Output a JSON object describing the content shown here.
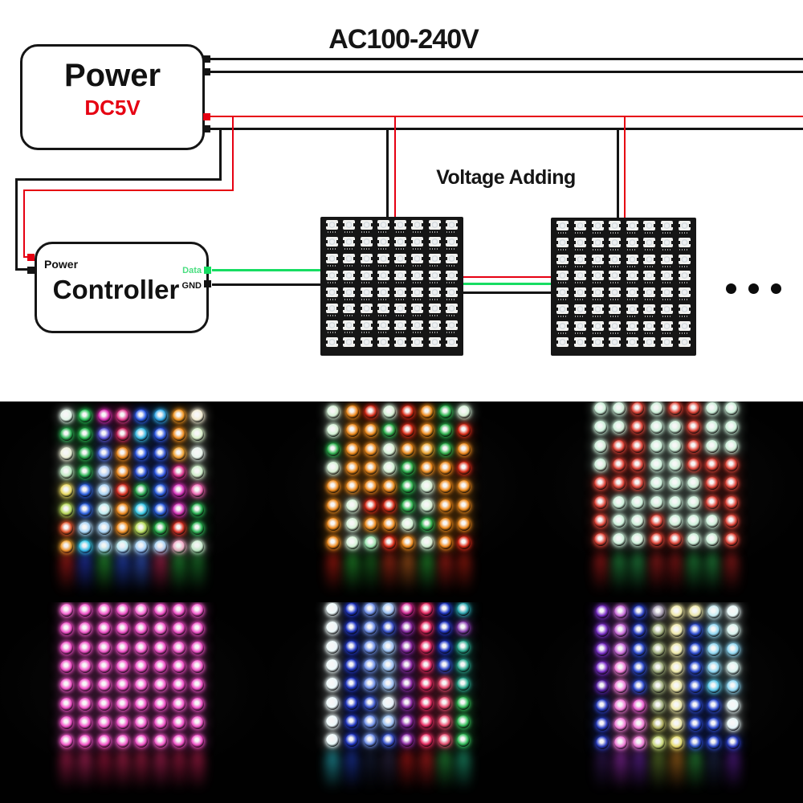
{
  "diagram": {
    "ac_label": "AC100-240V",
    "voltage_label": "Voltage Adding",
    "power_box": {
      "title": "Power",
      "subtitle": "DC5V"
    },
    "controller_box": {
      "title": "Controller",
      "power_label": "Power",
      "data_label": "Data",
      "gnd_label": "GND"
    },
    "colors": {
      "wire_black": "#141414",
      "wire_red": "#e60012",
      "wire_green": "#17dd62",
      "label_green": "#4ade80",
      "dc5v_red": "#e60012"
    },
    "led_panels": {
      "count": 2,
      "grid": "8x8",
      "ellipsis_dots": 3
    }
  },
  "photos": {
    "tiles": [
      {
        "name": "rainbow-mix",
        "grid": [
          [
            "#e6f6ec",
            "#25c055",
            "#d92bb0",
            "#e03a8c",
            "#2c58e6",
            "#2fa8e8",
            "#f0931e",
            "#f2ecd2"
          ],
          [
            "#2db055",
            "#27b84e",
            "#5a54d8",
            "#cc2860",
            "#35b8e0",
            "#2c58e6",
            "#ee8a1c",
            "#d8efc8"
          ],
          [
            "#eef0d8",
            "#2db050",
            "#4a6ae0",
            "#ef8a1e",
            "#2c58e6",
            "#2b50d8",
            "#eea02c",
            "#e8f4ec"
          ],
          [
            "#bfe8c4",
            "#27b04c",
            "#a8c8f4",
            "#ef8a1e",
            "#2b50d8",
            "#2c58e6",
            "#d8308a",
            "#cdeec8"
          ],
          [
            "#ead95e",
            "#2b5fe0",
            "#a8d4f6",
            "#dd2f23",
            "#2aa84e",
            "#2b5fe0",
            "#d633bb",
            "#ee62b0"
          ],
          [
            "#b5d957",
            "#2b5fe0",
            "#bfeef2",
            "#ef8a1e",
            "#35c8e8",
            "#2b5fe0",
            "#d633bb",
            "#28b050"
          ],
          [
            "#e0512a",
            "#a8d4f6",
            "#a8d4f6",
            "#ef8a1e",
            "#b5d957",
            "#25b24a",
            "#dd2f23",
            "#28b050"
          ],
          [
            "#eea02c",
            "#35c8e8",
            "#a8d4f6",
            "#bfeef2",
            "#a8d4f6",
            "#a8d4f6",
            "#f3a8c8",
            "#cdeed2"
          ]
        ],
        "reflections": [
          "#c81e1e",
          "#2a3fd4",
          "#2bb23a",
          "#2a50e0",
          "#3a62e8",
          "#c8285a",
          "#26a93c",
          "#1f8f33"
        ]
      },
      {
        "name": "green-orange-red",
        "grid": [
          [
            "#d6f2d8",
            "#ee8a1c",
            "#d92b18",
            "#d6f2d8",
            "#d92b18",
            "#ee8a1c",
            "#2bb24d",
            "#d6f2d8"
          ],
          [
            "#d6f2d8",
            "#ee8a1c",
            "#ee8a1c",
            "#2bb24d",
            "#d92b18",
            "#ee8a1c",
            "#2bb24d",
            "#d92b18"
          ],
          [
            "#2bb24d",
            "#ee8a1c",
            "#ee8a1c",
            "#d6f2d8",
            "#ee8a1c",
            "#e8a22e",
            "#2bb24d",
            "#ee8a1c"
          ],
          [
            "#d6f2d8",
            "#ee8a1c",
            "#ee8a1c",
            "#d6f2d8",
            "#2bb24d",
            "#ee8a1c",
            "#ee8a1c",
            "#d92b18"
          ],
          [
            "#ee8a1c",
            "#ee8a1c",
            "#ee8a1c",
            "#ee8a1c",
            "#2bb24d",
            "#d6f2d8",
            "#ee8a1c",
            "#ee8a1c"
          ],
          [
            "#ee8a1c",
            "#d6f2d8",
            "#d92b18",
            "#d92b18",
            "#2bb24d",
            "#d6f2d8",
            "#ee8a1c",
            "#ee8a1c"
          ],
          [
            "#ee8a1c",
            "#d6f2d8",
            "#ee8a1c",
            "#ee8a1c",
            "#d6f2d8",
            "#2bb24d",
            "#ee8a1c",
            "#ee8a1c"
          ],
          [
            "#ee8a1c",
            "#d6f2d8",
            "#9fe8b4",
            "#d92b18",
            "#ee8a1c",
            "#d6f2d8",
            "#ee8a1c",
            "#d92b18"
          ]
        ],
        "reflections": [
          "#c41e12",
          "#28a832",
          "#1e7a24",
          "#c43218",
          "#c8641e",
          "#2aa834",
          "#c42218",
          "#b81e10"
        ]
      },
      {
        "name": "mint-red",
        "grid": [
          [
            "#cdf0da",
            "#cdf0da",
            "#df4337",
            "#cdf0da",
            "#df4337",
            "#df4337",
            "#cdf0da",
            "#cdf0da"
          ],
          [
            "#cdf0da",
            "#cdf0da",
            "#df4337",
            "#cdf0da",
            "#cdf0da",
            "#df4337",
            "#cdf0da",
            "#cdf0da"
          ],
          [
            "#cdf0da",
            "#df4337",
            "#df4337",
            "#cdf0da",
            "#cdf0da",
            "#df4337",
            "#cdf0da",
            "#cdf0da"
          ],
          [
            "#cdf0da",
            "#df4337",
            "#df4337",
            "#cdf0da",
            "#cdf0da",
            "#df4337",
            "#df4337",
            "#df4337"
          ],
          [
            "#df4337",
            "#df4337",
            "#df4337",
            "#cdf0da",
            "#cdf0da",
            "#cdf0da",
            "#df4337",
            "#df4337"
          ],
          [
            "#df4337",
            "#cdf0da",
            "#cdf0da",
            "#cdf0da",
            "#cdf0da",
            "#cdf0da",
            "#df4337",
            "#df4337"
          ],
          [
            "#df4337",
            "#cdf0da",
            "#cdf0da",
            "#df4337",
            "#cdf0da",
            "#cdf0da",
            "#cdf0da",
            "#df4337"
          ],
          [
            "#df4337",
            "#cdf0da",
            "#cdf0da",
            "#df4337",
            "#df4337",
            "#cdf0da",
            "#cdf0da",
            "#df4337"
          ]
        ],
        "reflections": [
          "#b41c1c",
          "#28a048",
          "#2aa44e",
          "#b42020",
          "#a81c1c",
          "#269e44",
          "#2aa44a",
          "#b02020"
        ]
      },
      {
        "name": "all-pink",
        "grid": [
          [
            "#f765d2",
            "#ee4ec6",
            "#f158ca",
            "#ee4ec6",
            "#f765d2",
            "#ee4ec6",
            "#ee4ec6",
            "#f158ca"
          ],
          [
            "#ee4ec6",
            "#f158ca",
            "#ee4ec6",
            "#ee4ec6",
            "#ee4ec6",
            "#f158ca",
            "#ee4ec6",
            "#ee4ec6"
          ],
          [
            "#ee4ec6",
            "#ee4ec6",
            "#f158ca",
            "#ee4ec6",
            "#f158ca",
            "#ee4ec6",
            "#f158ca",
            "#ee4ec6"
          ],
          [
            "#ee4ec6",
            "#f158ca",
            "#ee4ec6",
            "#ee4ec6",
            "#ee4ec6",
            "#ee4ec6",
            "#ee4ec6",
            "#f158ca"
          ],
          [
            "#f158ca",
            "#ee4ec6",
            "#f158ca",
            "#ee4ec6",
            "#f158ca",
            "#f158ca",
            "#ee4ec6",
            "#ee4ec6"
          ],
          [
            "#ee4ec6",
            "#f158ca",
            "#ee4ec6",
            "#f158ca",
            "#ee4ec6",
            "#ee4ec6",
            "#f158ca",
            "#ee4ec6"
          ],
          [
            "#ee4ec6",
            "#ee4ec6",
            "#f158ca",
            "#ee4ec6",
            "#f158ca",
            "#ee4ec6",
            "#ee4ec6",
            "#f158ca"
          ],
          [
            "#f158ca",
            "#ee4ec6",
            "#ee4ec6",
            "#f158ca",
            "#ee4ec6",
            "#f158ca",
            "#ee4ec6",
            "#ee4ec6"
          ]
        ],
        "reflections": [
          "#c02058",
          "#d02868",
          "#b81848",
          "#cc2458",
          "#c02050",
          "#c82460",
          "#b81c4c",
          "#c42054"
        ]
      },
      {
        "name": "white-blue-pink-teal",
        "grid": [
          [
            "#eefafa",
            "#2238c6",
            "#6f8fe8",
            "#9cc2f2",
            "#d12b94",
            "#e62a62",
            "#2238c6",
            "#2aa8b0"
          ],
          [
            "#eefafa",
            "#2238c6",
            "#6f8fe8",
            "#3a55d0",
            "#8a2ba6",
            "#e62a62",
            "#2238c6",
            "#8a3fb0"
          ],
          [
            "#eefafa",
            "#2238c6",
            "#6f8fe8",
            "#9cc2f2",
            "#8a2ba6",
            "#e62a62",
            "#2238c6",
            "#2aa88e"
          ],
          [
            "#eefafa",
            "#2238c6",
            "#6f8fe8",
            "#9cc2f2",
            "#8a2ba6",
            "#e62a62",
            "#2f49cc",
            "#2aa88e"
          ],
          [
            "#eefafa",
            "#2238c6",
            "#6f8fe8",
            "#9cc2f2",
            "#8a2ba6",
            "#e62a62",
            "#e8486e",
            "#2aa88e"
          ],
          [
            "#eefafa",
            "#2238c6",
            "#3a55d0",
            "#e8f6fa",
            "#8a2ba6",
            "#e62a62",
            "#e8486e",
            "#32bb58"
          ],
          [
            "#eefafa",
            "#2238c6",
            "#6f8fe8",
            "#9cc2f2",
            "#8a2ba6",
            "#e62a62",
            "#e8486e",
            "#32bb58"
          ],
          [
            "#eefafa",
            "#2238c6",
            "#6f8fe8",
            "#3a55d0",
            "#8a2ba6",
            "#e62a62",
            "#e8486e",
            "#32bb58"
          ]
        ],
        "reflections": [
          "#28b8c8",
          "#2040c0",
          "#182040",
          "#30284a",
          "#c01818",
          "#d02020",
          "#28a040",
          "#20b080"
        ]
      },
      {
        "name": "purple-pastel",
        "grid": [
          [
            "#7a2fc8",
            "#c86ad8",
            "#2a3fc4",
            "#9a8fa8",
            "#efe9a8",
            "#efe9a8",
            "#c8ecf2",
            "#e8f8f8"
          ],
          [
            "#7a2fc8",
            "#c86ad8",
            "#2a3fc4",
            "#9aa878",
            "#efe9a8",
            "#2c4ad0",
            "#8ed6f2",
            "#d8f2ee"
          ],
          [
            "#7a2fc8",
            "#c86ad8",
            "#2c4ad0",
            "#9aa878",
            "#efe9a8",
            "#2c4ad0",
            "#8ed6f2",
            "#8ed6f2"
          ],
          [
            "#7a2fc8",
            "#ef7ad6",
            "#2c4ad0",
            "#9aa878",
            "#efe9a8",
            "#2c4ad0",
            "#8ed6f2",
            "#d8f2ee"
          ],
          [
            "#5a22a8",
            "#ef7ad6",
            "#2c4ad0",
            "#9aa878",
            "#efe9a8",
            "#2c4ad0",
            "#5ac8ea",
            "#8ed6f2"
          ],
          [
            "#2a3fc4",
            "#ef7ad6",
            "#e85ad0",
            "#9aa878",
            "#efe9a8",
            "#2c4ad0",
            "#2c4ad0",
            "#e8f8f8"
          ],
          [
            "#2a3fc4",
            "#ef7ad6",
            "#ef7ad6",
            "#a8a85a",
            "#efe9a8",
            "#2c4ad0",
            "#2c4ad0",
            "#e8f8f8"
          ],
          [
            "#2a3fc4",
            "#ef7ad6",
            "#ef7ad6",
            "#c8d87a",
            "#e8e070",
            "#2c4ad0",
            "#2c4ad0",
            "#2a3fc4"
          ]
        ],
        "reflections": [
          "#3a1a60",
          "#a030c0",
          "#7028b0",
          "#6a8830",
          "#c07820",
          "#30a040",
          "#202a50",
          "#6020a0"
        ]
      }
    ]
  }
}
